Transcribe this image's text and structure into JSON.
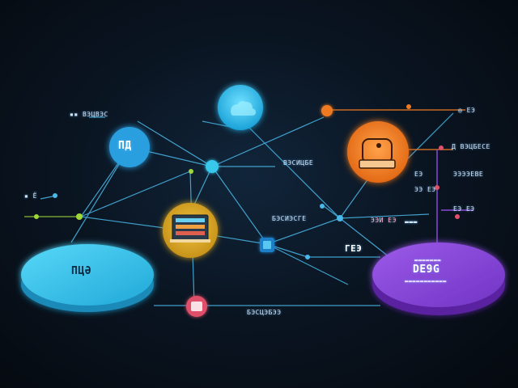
{
  "colors": {
    "cyan": "#38c8ec",
    "blue": "#2a9fe0",
    "orange": "#f07a22",
    "yellow": "#e2b02a",
    "purple": "#8a4ad8",
    "pink": "#e0506a",
    "line": "#4ab8e8",
    "green": "#9ed838"
  },
  "icons": {
    "top_bubble": "cloud-icon",
    "left_circle": "document-icon",
    "center_circle": "server-icon",
    "orange_circle": "device-icon",
    "bottom_node": "chip-icon",
    "mid_node": "cube-icon"
  },
  "labels": {
    "left_platform": "ПЦӘ",
    "right_platform": "DE9G",
    "right_platform_sub1": "▬▬▬▬▬▬▬",
    "right_platform_sub2": "▬▬▬▬▬▬▬▬▬▬▬",
    "left_circle": "ПД",
    "top_left": "▪▪ ВЭЦВЭС",
    "mid_top": "ВЭСИЦБЕ",
    "center_right": "БЭСИЭСГЕ",
    "center_right2": "ЭЭИ ЕЭ",
    "center_right3": "▬▬▬",
    "mid_small": "ГЕЭ",
    "bottom_center": "БЭСЦЭБЭЭ",
    "right_top1": "◎ ЕЭ",
    "right_top2": "Д ВЭЦБЕСЕ",
    "right_mid1": "ЕЭ",
    "right_mid2": "ЭЭЭЭЕВЕ",
    "right_mid3": "ЭЭ ЕЭ",
    "right_low": "ЕЭ ЕЭ",
    "left_mid": "▪ Ё"
  }
}
